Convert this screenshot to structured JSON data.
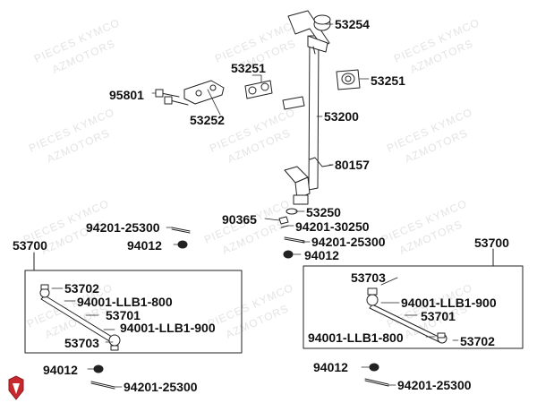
{
  "watermark": {
    "line1": "PIECES KYMCO",
    "line2": "AZMOTORS"
  },
  "callouts": {
    "c53254": "53254",
    "c53251a": "53251",
    "c53251b": "53251",
    "c95801": "95801",
    "c53252": "53252",
    "c53200": "53200",
    "c80157": "80157",
    "c53250": "53250",
    "c90365": "90365",
    "c94201_30250": "94201-30250",
    "c94201_25300_top": "94201-25300",
    "c94201_25300_mid": "94201-25300",
    "c94012_left": "94012",
    "c94012_mid": "94012",
    "c53700_left": "53700",
    "c53700_right": "53700",
    "l53702": "53702",
    "l94001_800": "94001-LLB1-800",
    "l53701": "53701",
    "l94001_900": "94001-LLB1-900",
    "l53703": "53703",
    "r53703": "53703",
    "r94001_900": "94001-LLB1-900",
    "r53701": "53701",
    "r94001_800": "94001-LLB1-800",
    "r53702": "53702",
    "b94012_left": "94012",
    "b94201_25300_left": "94201-25300",
    "b94012_right": "94012",
    "b94201_25300_right": "94201-25300"
  },
  "colors": {
    "line": "#222222",
    "part_fill": "#ffffff",
    "logo_red": "#c8282d",
    "watermark": "#e4e4e4"
  }
}
